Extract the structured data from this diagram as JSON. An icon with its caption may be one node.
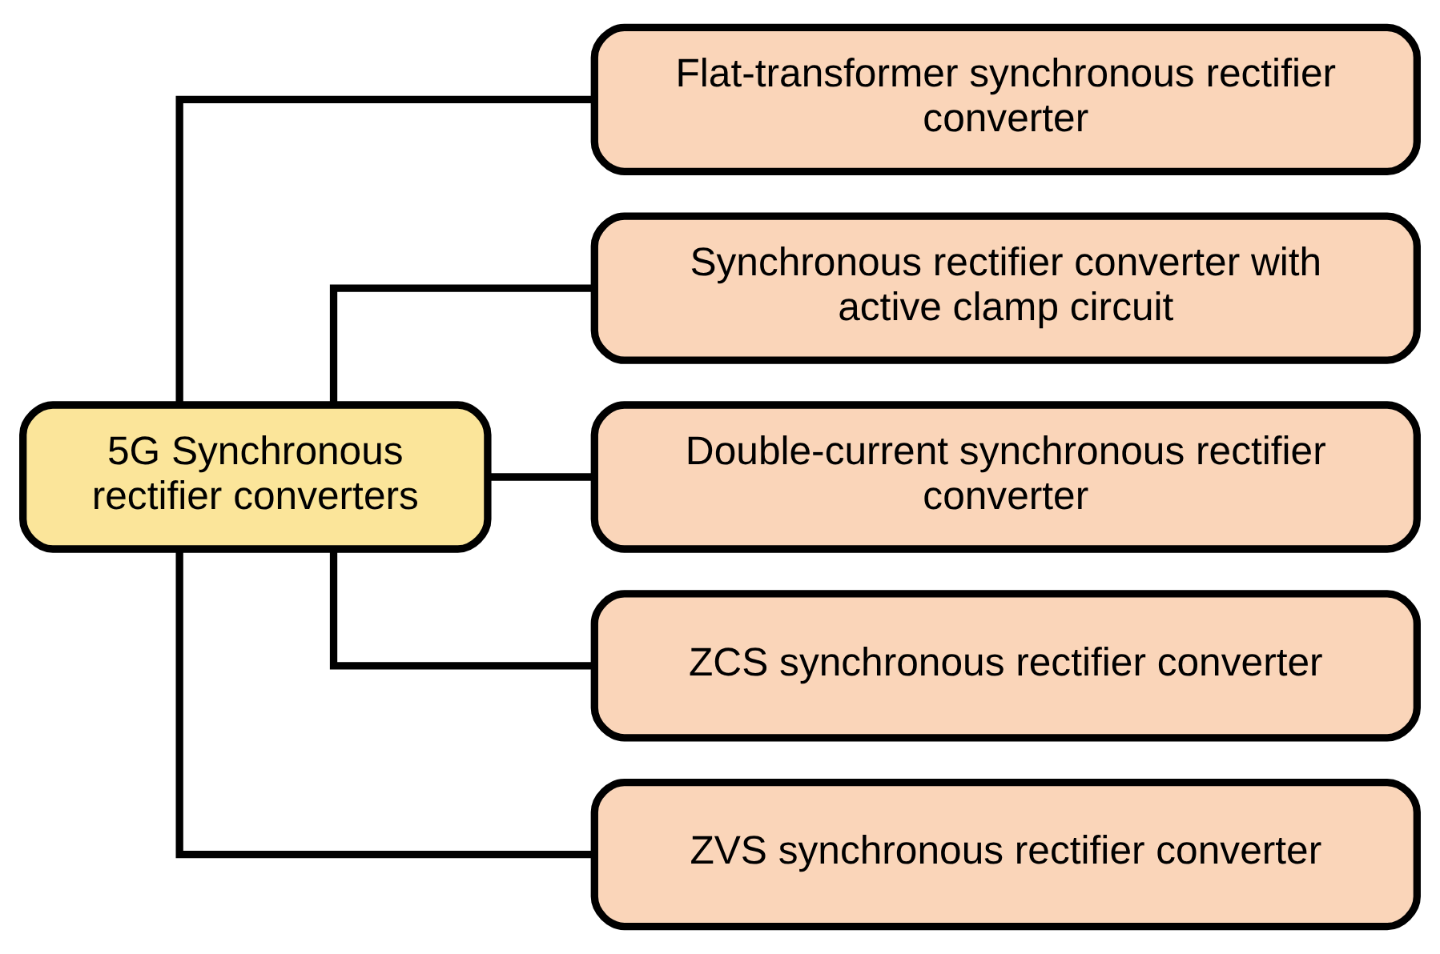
{
  "diagram": {
    "nodes": [
      {
        "text": [
          "5G Synchronous rectifier converters"
        ]
      },
      {
        "text": [
          "Flat-transformer synchronous rectifier converter"
        ]
      },
      {
        "text": [
          "Synchronous rectifier converter with active clamp circuit"
        ]
      },
      {
        "text": [
          "Double-current synchronous rectifier converter"
        ]
      },
      {
        "text": [
          "ZCS synchronous rectifier converter"
        ]
      },
      {
        "text": [
          "ZVS synchronous rectifier converter"
        ]
      }
    ],
    "edges": [
      {
        "from": 0,
        "to": 1,
        "arrow": "none"
      },
      {
        "from": 0,
        "to": 2,
        "arrow": "none"
      },
      {
        "from": 0,
        "to": 3,
        "arrow": "none"
      },
      {
        "from": 0,
        "to": 4,
        "arrow": "none"
      },
      {
        "from": 0,
        "to": 5,
        "arrow": "none"
      }
    ]
  }
}
